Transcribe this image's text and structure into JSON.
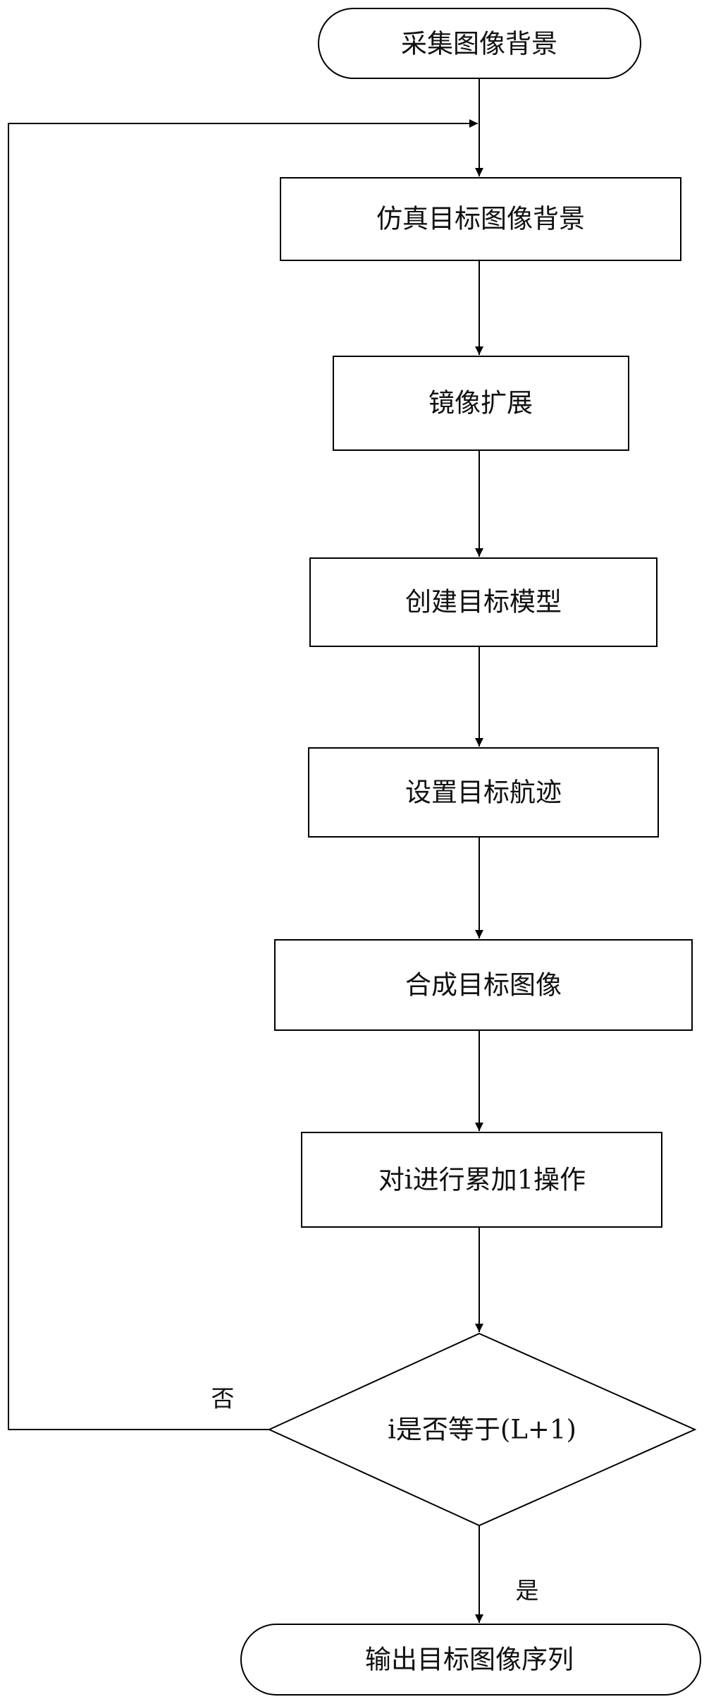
{
  "flowchart": {
    "start": "采集图像背景",
    "steps": [
      "仿真目标图像背景",
      "镜像扩展",
      "创建目标模型",
      "设置目标航迹",
      "合成目标图像",
      "对i进行累加1操作"
    ],
    "decision": "i是否等于(L+1)",
    "branch_no": "否",
    "branch_yes": "是",
    "end": "输出目标图像序列"
  },
  "colors": {
    "stroke": "#000000",
    "background": "#ffffff",
    "text": "#111111"
  }
}
